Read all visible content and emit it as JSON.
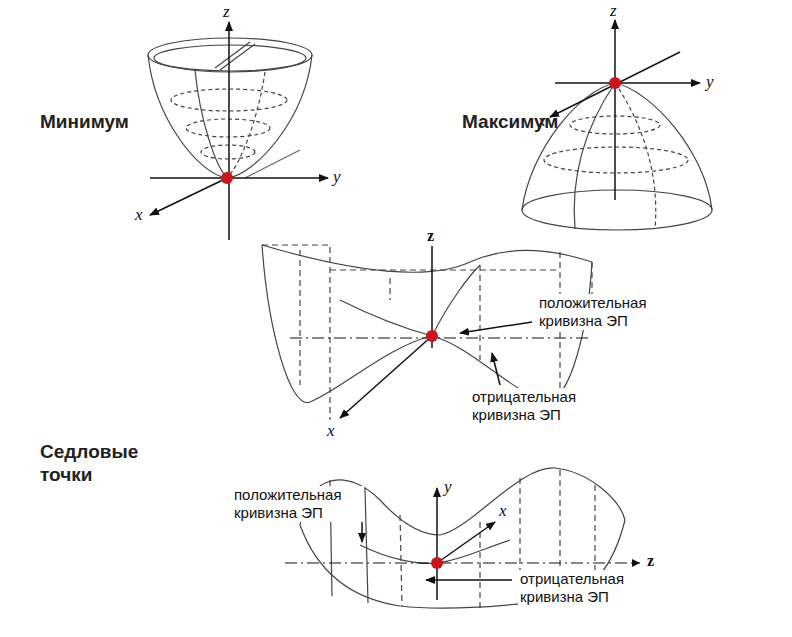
{
  "diagram": {
    "labels": [
      "z",
      "y",
      "x",
      "Минимум",
      "z",
      "y",
      "x",
      "Максимум",
      "z",
      "положительная кривизна ЭП",
      "x",
      "отрицательная кривизна ЭП",
      "Седловые точки",
      "положительная кривизна ЭП",
      "y",
      "x",
      "z",
      "отрицательная кривизна ЭП"
    ]
  }
}
